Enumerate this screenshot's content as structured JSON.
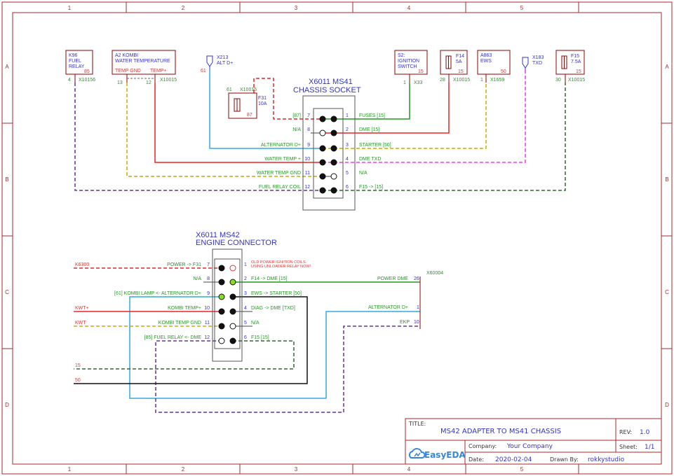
{
  "frame": {
    "cols": [
      "1",
      "2",
      "3",
      "4",
      "5"
    ],
    "rows": [
      "A",
      "B",
      "C",
      "D"
    ]
  },
  "colors": {
    "border": "#a52a2a",
    "symbol": "#8b0000",
    "title_blue": "#3333cc",
    "pin_green": "#229922",
    "pin_red": "#dd3333",
    "wire_red": "#ee2222",
    "wire_green": "#229922",
    "wire_blue": "#33aadd",
    "wire_yellow": "#ccaa00",
    "wire_purple": "#663399",
    "wire_magenta": "#dd44dd",
    "wire_darkgreen": "#336633",
    "led_green": "#88dd22"
  },
  "top": {
    "title1": "X6011 MS41",
    "title2": "CHASSIS SOCKET",
    "k96": {
      "line1": "K96",
      "line2": "FUEL",
      "line3": "RELAY",
      "pin": "85",
      "pin_left": "4",
      "ref": "X10156"
    },
    "a2": {
      "line1": "A2 KOMBI",
      "line2": "WATER TEMPERATURE",
      "sub_left": "TEMP GND",
      "sub_right": "TEMP+",
      "pin_a": "13",
      "pin_b": "12",
      "ref": "X10015"
    },
    "x213": {
      "line1": "X213",
      "line2": "ALT D+",
      "pin": "61"
    },
    "f31": {
      "pin_top": "61",
      "ref": "X10015",
      "line1": "F31",
      "line2": "10A",
      "pin_bottom": "87"
    },
    "s2": {
      "line1": "S2:",
      "line2": "IGNITION",
      "line3": "SWITCH",
      "pin": "15",
      "pin_left": "1",
      "ref": "X33"
    },
    "f14": {
      "line1": "F14",
      "line2": "5A",
      "pin": "15",
      "pin_left": "28",
      "ref": "X10015"
    },
    "a863": {
      "line1": "A863",
      "line2": "EWS",
      "pin": "50",
      "pin_left": "1",
      "ref": "X1659"
    },
    "x183": {
      "line1": "X183",
      "line2": "TXD"
    },
    "f15": {
      "line1": "F15",
      "line2": "7.5A",
      "pin": "15",
      "pin_left": "30",
      "ref": "X10015"
    },
    "left_labels": [
      "[87]",
      "N/A",
      "ALTERNATOR D+",
      "WATER TEMP +",
      "WATER TEMP GND",
      "FUEL RELAY COIL"
    ],
    "left_pins": [
      "7",
      "8",
      "9",
      "10",
      "11",
      "12"
    ],
    "right_pins": [
      "1",
      "2",
      "3",
      "4",
      "5",
      "6"
    ],
    "right_labels": [
      "FUSES [15]",
      "DME [15]",
      "STARTER [50]",
      "DME TXD",
      "N/A",
      "F15 -> [15]"
    ]
  },
  "bottom": {
    "title1": "X6011 MS42",
    "title2": "ENGINE CONNECTOR",
    "left_labels": [
      "POWER -> F31",
      "N/A",
      "[61] KOMBI LAMP <- ALTERNATOR D+",
      "KOMBI TEMP+",
      "KOMBI TEMP GND",
      "[85] FUEL RELAY <- DME"
    ],
    "left_pins": [
      "7",
      "8",
      "9",
      "10",
      "11",
      "12"
    ],
    "right_pins": [
      "1",
      "2",
      "3",
      "4",
      "5",
      "6"
    ],
    "right_labels": [
      "OLD POWER IGNITION COILS.",
      "F14 -> DME [15]",
      "EWS -> STARTER [50]",
      "DIAG -> DME [TXD]",
      "N/A",
      "F15 [15]"
    ],
    "note2": "USING UNLOADER RELAY NOW!",
    "wire_labels": [
      "K6300",
      "KWT+",
      "KWT",
      "15",
      "50"
    ],
    "x60004": {
      "ref": "X60004",
      "labels": [
        "POWER DME",
        "ALTERNATOR D+",
        "EKP"
      ],
      "pins": [
        "26",
        "1",
        "10"
      ]
    }
  },
  "titleblock": {
    "title_label": "TITLE:",
    "title": "MS42 ADAPTER TO MS41 CHASSIS",
    "rev_label": "REV:",
    "rev": "1.0",
    "company_label": "Company:",
    "company": "Your Company",
    "sheet_label": "Sheet:",
    "sheet": "1/1",
    "date_label": "Date:",
    "date": "2020-02-04",
    "drawn_label": "Drawn By:",
    "drawn": "rokkystudio",
    "logo": "EasyEDA",
    "logo_icon": "cloud-icon"
  }
}
